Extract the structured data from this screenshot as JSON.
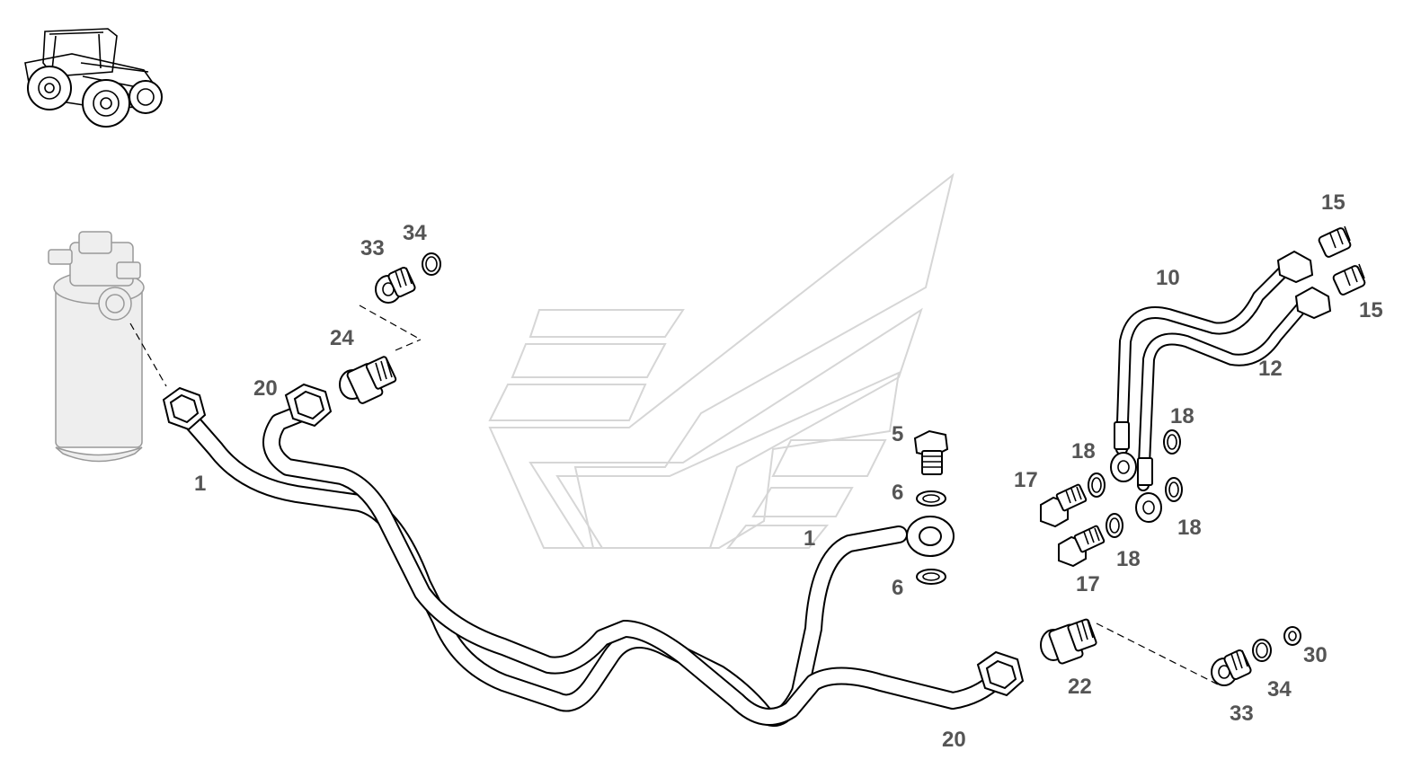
{
  "labels": {
    "pipe_1_left": "1",
    "pipe_1_center": "1",
    "item_20_top": "20",
    "item_20_bottom": "20",
    "item_24": "24",
    "item_33_top": "33",
    "item_34_top": "34",
    "item_5": "5",
    "item_6_top": "6",
    "item_6_bottom": "6",
    "item_10": "10",
    "item_12": "12",
    "item_15_top": "15",
    "item_15_right": "15",
    "item_17_top": "17",
    "item_17_bottom": "17",
    "item_18_a": "18",
    "item_18_b": "18",
    "item_18_c": "18",
    "item_18_d": "18",
    "item_22": "22",
    "item_33_bottom": "33",
    "item_34_bottom": "34",
    "item_30": "30"
  }
}
